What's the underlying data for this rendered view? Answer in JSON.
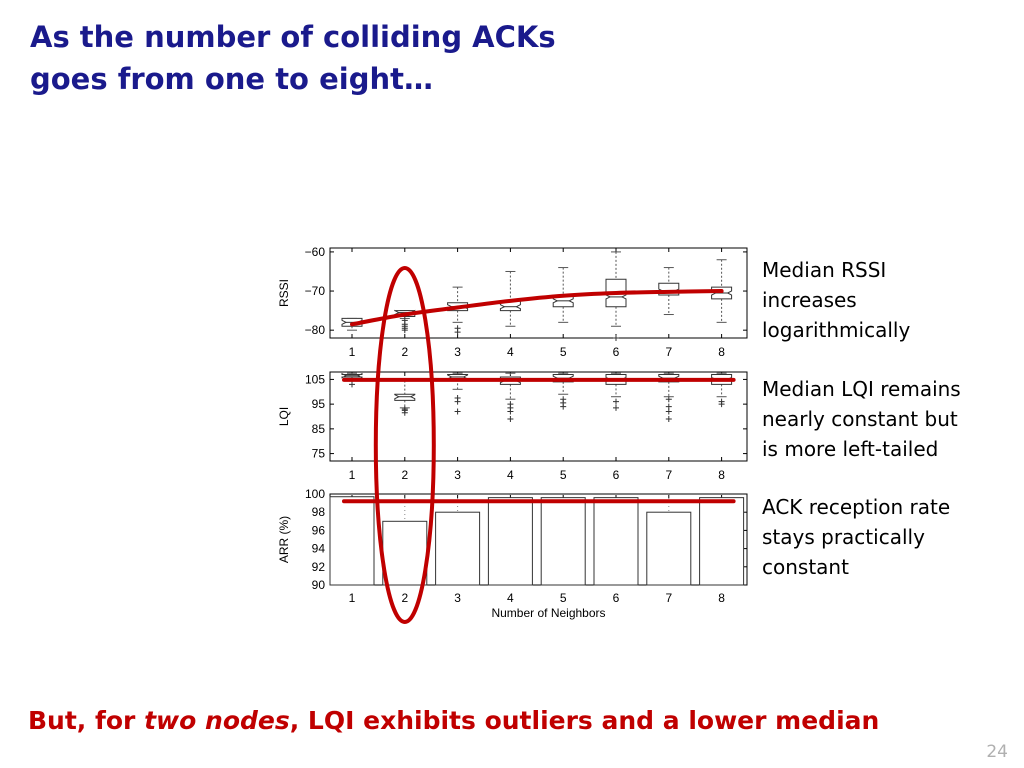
{
  "title": {
    "line1": "As the number of colliding ACKs",
    "line2": "goes from one to eight…"
  },
  "annotations": {
    "rssi": [
      "Median RSSI",
      "increases",
      "logarithmically"
    ],
    "lqi": [
      "Median LQI remains",
      "nearly constant but",
      "is more left-tailed"
    ],
    "arr": [
      "ACK reception rate",
      "stays practically",
      "constant"
    ]
  },
  "footer": {
    "before": "But, for ",
    "emphasis": "two nodes",
    "after": ", LQI exhibits outliers and a lower median"
  },
  "page_number": "24",
  "colors": {
    "title": "#1a1a8c",
    "highlight": "#c00000",
    "trend": "#c00000",
    "page_number": "#b0b0b0"
  },
  "chart_data": [
    {
      "type": "box",
      "ylabel": "RSSI",
      "xlabel": "",
      "categories": [
        "1",
        "2",
        "3",
        "4",
        "5",
        "6",
        "7",
        "8"
      ],
      "ylim": [
        -82,
        -59
      ],
      "yticks": [
        -60,
        -70,
        -80
      ],
      "ytick_labels": [
        "−60",
        "−70",
        "−80"
      ],
      "boxes": [
        {
          "q1": -79,
          "median": -78,
          "q3": -77,
          "wlo": -80,
          "whi": -77,
          "outliers": []
        },
        {
          "q1": -76.5,
          "median": -75.5,
          "q3": -75,
          "wlo": -77,
          "whi": -75,
          "outliers": [
            -77.5,
            -78.5,
            -79,
            -79.5,
            -80
          ]
        },
        {
          "q1": -75,
          "median": -74,
          "q3": -73,
          "wlo": -78,
          "whi": -69,
          "outliers": [
            -79.5,
            -80.5
          ]
        },
        {
          "q1": -75,
          "median": -74,
          "q3": -72.5,
          "wlo": -79,
          "whi": -65,
          "outliers": []
        },
        {
          "q1": -74,
          "median": -72.5,
          "q3": -71,
          "wlo": -78,
          "whi": -64,
          "outliers": []
        },
        {
          "q1": -74,
          "median": -71.5,
          "q3": -67,
          "wlo": -79,
          "whi": -60,
          "outliers": [
            -82
          ]
        },
        {
          "q1": -71,
          "median": -70,
          "q3": -68,
          "wlo": -76,
          "whi": -64,
          "outliers": []
        },
        {
          "q1": -72,
          "median": -70.5,
          "q3": -69,
          "wlo": -78,
          "whi": -62,
          "outliers": []
        }
      ],
      "trend": {
        "x": [
          1,
          2,
          3,
          4,
          5,
          6,
          7,
          8
        ],
        "y": [
          -78.5,
          -76,
          -74.2,
          -72.5,
          -71.2,
          -70.5,
          -70.2,
          -70
        ]
      }
    },
    {
      "type": "box",
      "ylabel": "LQI",
      "xlabel": "",
      "categories": [
        "1",
        "2",
        "3",
        "4",
        "5",
        "6",
        "7",
        "8"
      ],
      "ylim": [
        72,
        108
      ],
      "yticks": [
        105,
        95,
        85,
        75
      ],
      "ytick_labels": [
        "105",
        "95",
        "85",
        "75"
      ],
      "boxes": [
        {
          "q1": 106,
          "median": 106.5,
          "q3": 107,
          "wlo": 105,
          "whi": 107.5,
          "outliers": [
            103
          ]
        },
        {
          "q1": 96.5,
          "median": 98,
          "q3": 99,
          "wlo": 93.5,
          "whi": 104.5,
          "outliers": [
            91.5,
            92.5,
            93
          ]
        },
        {
          "q1": 105,
          "median": 106,
          "q3": 107,
          "wlo": 101,
          "whi": 107.5,
          "outliers": [
            96,
            97.5,
            92
          ]
        },
        {
          "q1": 103,
          "median": 104.5,
          "q3": 106,
          "wlo": 97,
          "whi": 107.5,
          "outliers": [
            95,
            93.5,
            92,
            89
          ]
        },
        {
          "q1": 104,
          "median": 105.5,
          "q3": 107,
          "wlo": 99,
          "whi": 107.5,
          "outliers": [
            97,
            95.5,
            94
          ]
        },
        {
          "q1": 103,
          "median": 105,
          "q3": 107,
          "wlo": 98,
          "whi": 107.5,
          "outliers": [
            96,
            93.5
          ]
        },
        {
          "q1": 104,
          "median": 105.5,
          "q3": 107,
          "wlo": 98,
          "whi": 107.5,
          "outliers": [
            97,
            94,
            92,
            89
          ]
        },
        {
          "q1": 103,
          "median": 105,
          "q3": 107,
          "wlo": 98,
          "whi": 107.5,
          "outliers": [
            96,
            95
          ]
        }
      ],
      "trend": {
        "x": [
          1,
          8
        ],
        "y": [
          104.8,
          104.8
        ]
      }
    },
    {
      "type": "bar",
      "ylabel": "ARR (%)",
      "xlabel": "Number of Neighbors",
      "categories": [
        "1",
        "2",
        "3",
        "4",
        "5",
        "6",
        "7",
        "8"
      ],
      "values": [
        99.7,
        97,
        98,
        99.6,
        99.6,
        99.6,
        98,
        99.6
      ],
      "ylim": [
        90,
        100
      ],
      "yticks": [
        100,
        98,
        96,
        94,
        92,
        90
      ],
      "grid": "vertical dotted",
      "trend": {
        "x": [
          1,
          8
        ],
        "y": [
          99.2,
          99.2
        ]
      }
    }
  ]
}
